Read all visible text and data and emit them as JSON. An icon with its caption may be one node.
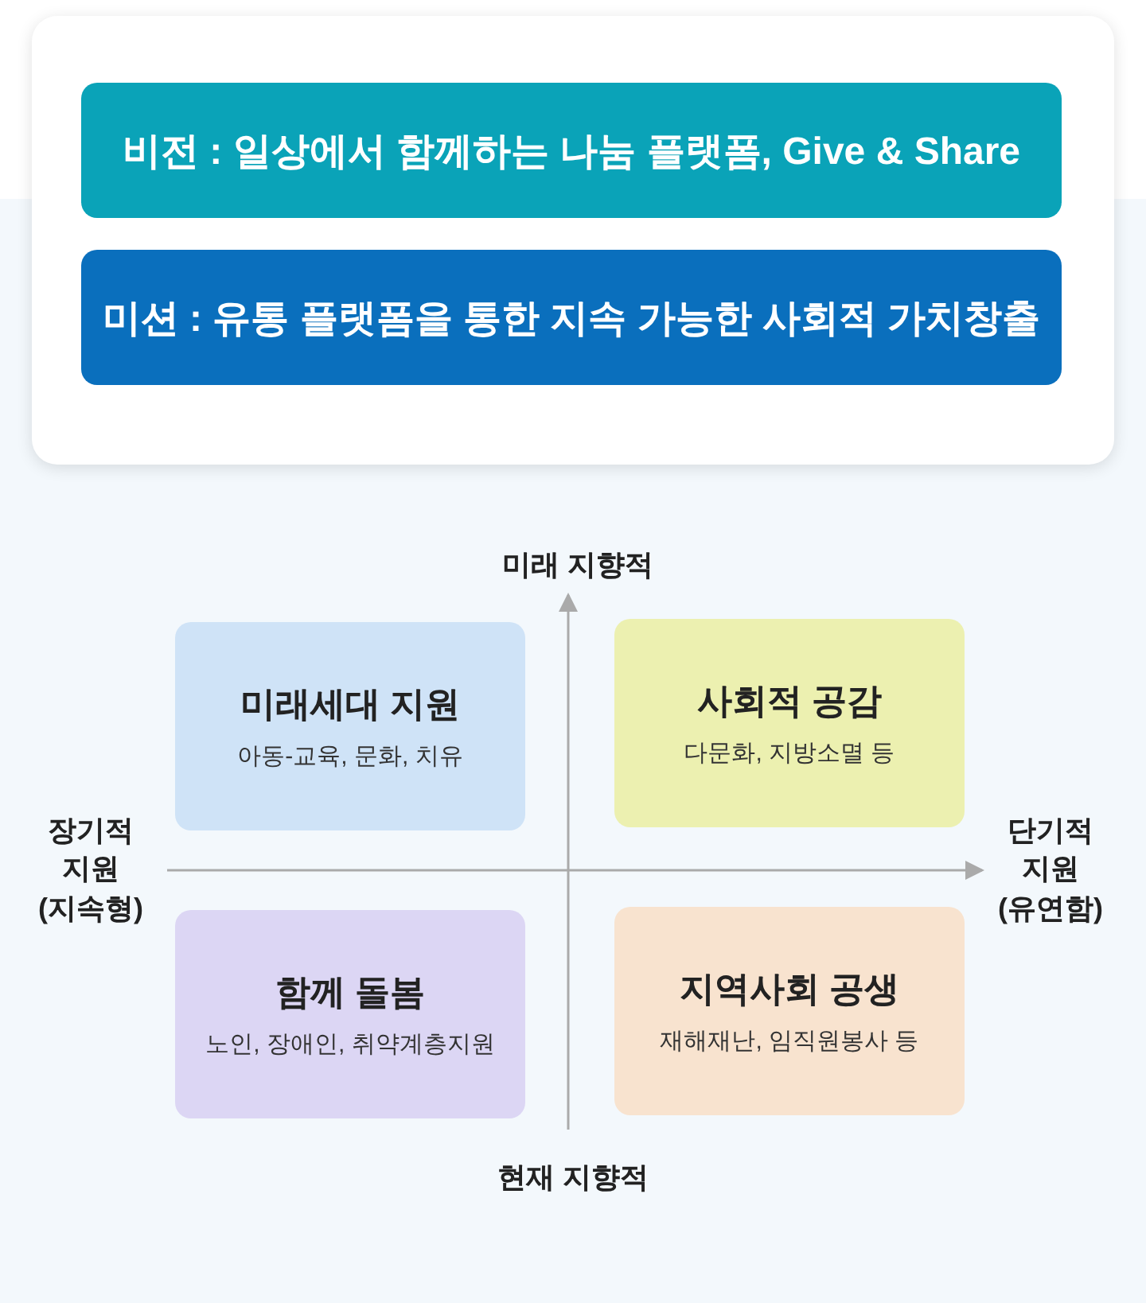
{
  "diagram": {
    "nodes": [
      {
        "text": [
          "비전 : 일상에서 함께하는 나눔 플랫폼, Give & Share"
        ]
      },
      {
        "text": [
          "미션 : 유통 플랫폼을 통한 지속 가능한 사회적 가치창출"
        ]
      },
      {
        "text": [
          "미래세대 지원",
          "아동-교육, 문화, 치유"
        ]
      },
      {
        "text": [
          "사회적 공감",
          "다문화, 지방소멸 등"
        ]
      },
      {
        "text": [
          "함께 돌봄",
          "노인, 장애인, 취약계층지원"
        ]
      },
      {
        "text": [
          "지역사회 공생",
          "재해재난, 임직원봉사 등"
        ]
      }
    ],
    "edges": [],
    "labels": [
      "미래 지향적",
      "장기적 지원 (지속형)",
      "단기적 지원 (유연함)",
      "현재 지향적"
    ]
  }
}
